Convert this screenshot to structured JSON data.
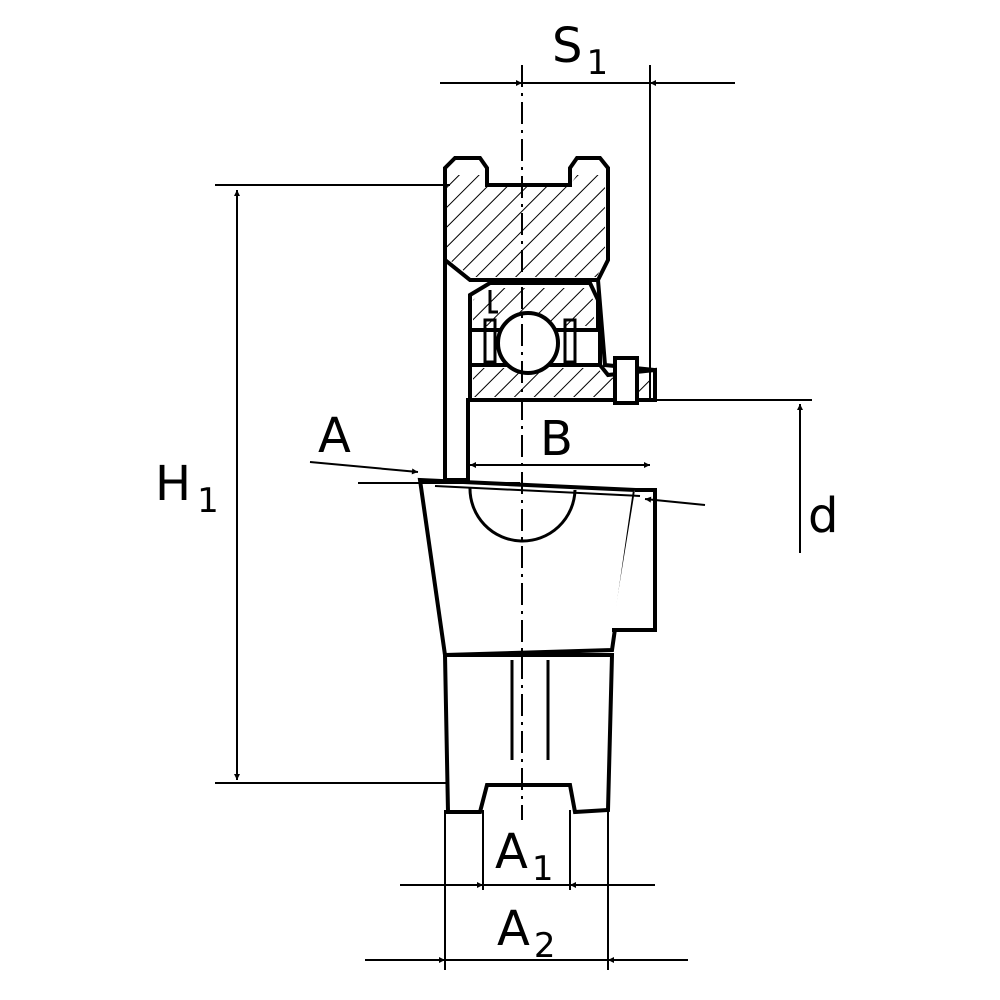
{
  "labels": {
    "s1": {
      "main": "S",
      "sub": "1"
    },
    "h1": {
      "main": "H",
      "sub": "1"
    },
    "a": "A",
    "b": "B",
    "d": "d",
    "a1": {
      "main": "A",
      "sub": "1"
    },
    "a2": {
      "main": "A",
      "sub": "2"
    }
  }
}
